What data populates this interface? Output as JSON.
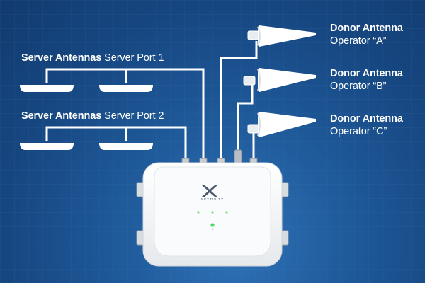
{
  "server_groups": [
    {
      "title": "Server Antennas",
      "port": "Server Port 1"
    },
    {
      "title": "Server Antennas",
      "port": "Server Port 2"
    }
  ],
  "donors": [
    {
      "title": "Donor Antenna",
      "operator": "Operator “A”"
    },
    {
      "title": "Donor Antenna",
      "operator": "Operator “B”"
    },
    {
      "title": "Donor Antenna",
      "operator": "Operator “C”"
    }
  ],
  "device": {
    "brand": "NEXTIVITY"
  },
  "colors": {
    "background": "#1a4f8c",
    "line": "#ffffff",
    "device": "#f2f4f6",
    "led": "#4cd964"
  }
}
